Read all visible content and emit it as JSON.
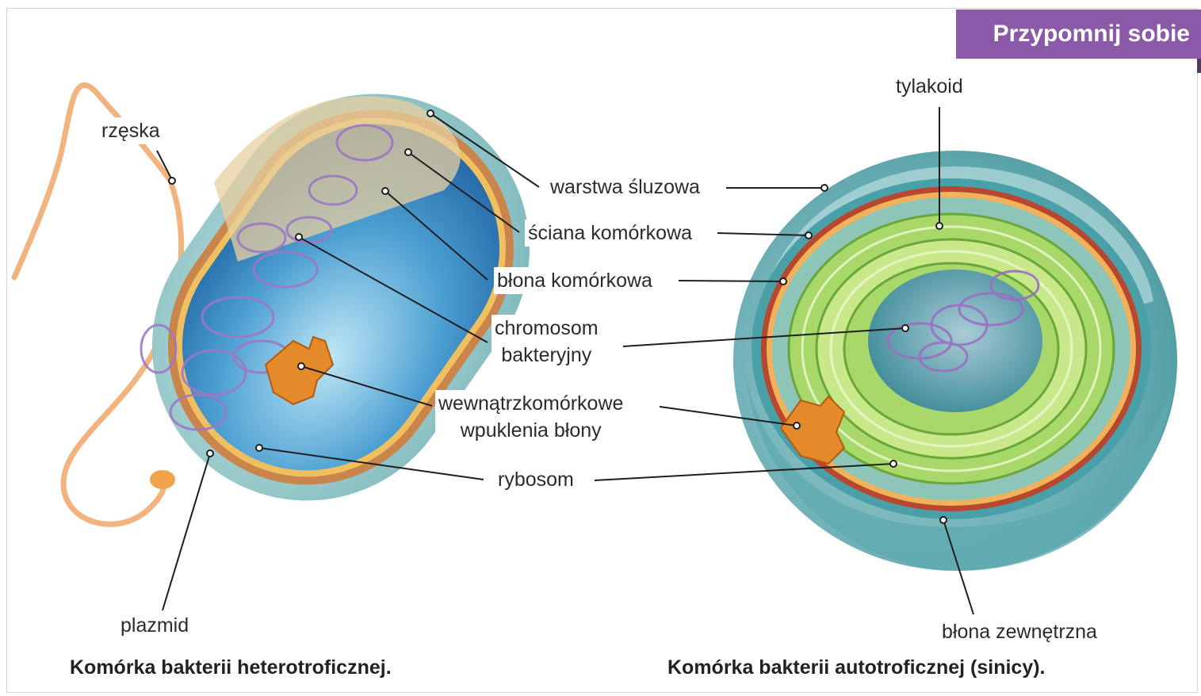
{
  "badge": "Przypomnij sobie",
  "labels": {
    "rzeska": "rzęska",
    "tylakoid": "tylakoid",
    "warstwa_sluzowa": "warstwa śluzowa",
    "sciana_komorkowa": "ściana komórkowa",
    "blona_komorkowa": "błona komórkowa",
    "chromosom_line1": "chromosom",
    "chromosom_line2": "bakteryjny",
    "wpuklenia_line1": "wewnątrzkomórkowe",
    "wpuklenia_line2": "wpuklenia błony",
    "rybosom": "rybosom",
    "plazmid": "plazmid",
    "blona_zewnetrzna": "błona zewnętrzna"
  },
  "captions": {
    "left": "Komórka bakterii heterotroficznej.",
    "right": "Komórka bakterii autotroficznej (sinicy)."
  }
}
